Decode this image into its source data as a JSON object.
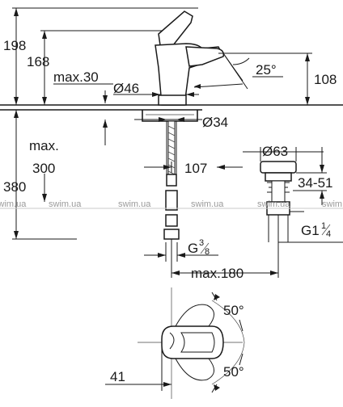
{
  "dimensions": {
    "h198": "198",
    "h168": "168",
    "max30": "max.30",
    "d46": "Ø46",
    "angle25": "25°",
    "h108": "108",
    "d34": "Ø34",
    "max_label": "max.",
    "h380": "380",
    "h300": "300",
    "w107": "107",
    "d63": "Ø63",
    "r3451": "34-51",
    "g1": "G1",
    "g1_num": "1",
    "g1_den": "4",
    "g38": "G",
    "g38_num": "3",
    "g38_den": "8",
    "max180": "max.180",
    "angle50a": "50°",
    "angle50b": "50°",
    "w41": "41"
  },
  "watermark": {
    "text": "swim.ua"
  }
}
